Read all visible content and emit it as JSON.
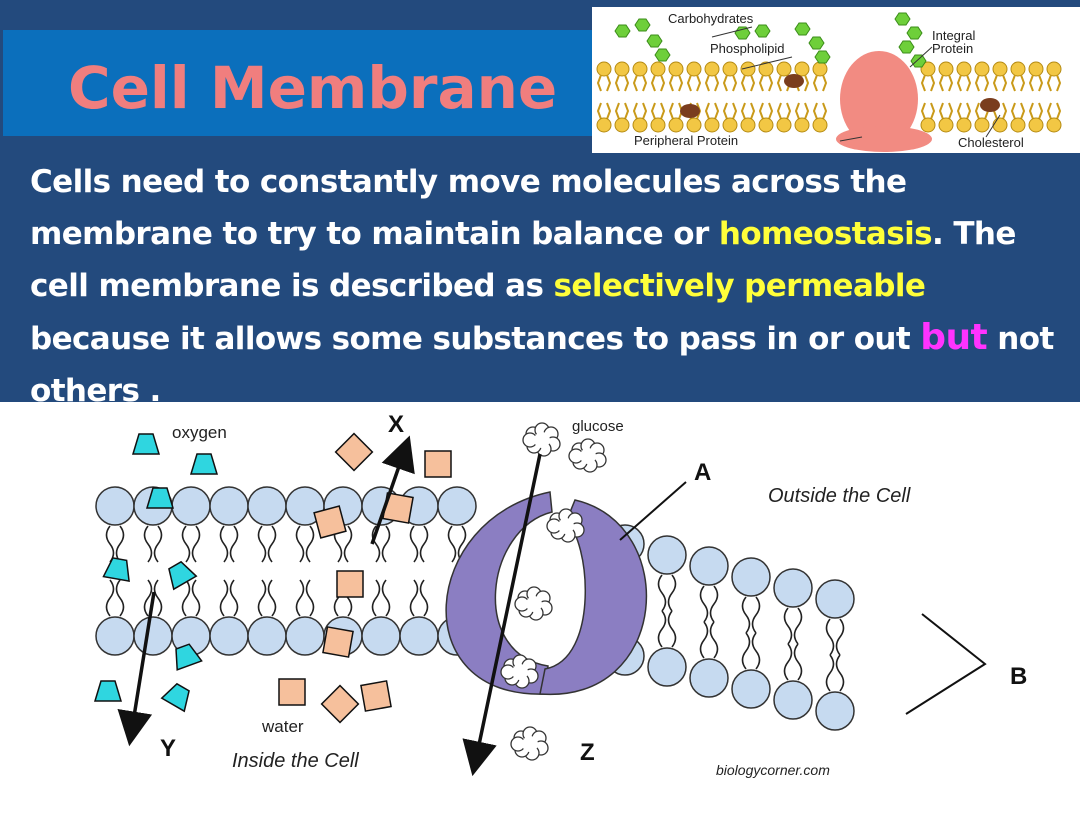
{
  "title": "Cell Membrane",
  "top_diagram": {
    "carbohydrates": "Carbohydrates",
    "phospholipid": "Phospholipid",
    "integral_line1": "Integral",
    "integral_line2": "Protein",
    "peripheral": "Peripheral Protein",
    "cholesterol": "Cholesterol"
  },
  "body": {
    "p1": "Cells need to constantly move molecules across the membrane to try to maintain balance or ",
    "homeostasis": "homeostasis",
    "p2": ". The cell membrane is described as ",
    "selectively": "selectively permeable",
    "p3": " because it allows some substances to pass in or out ",
    "but": "but",
    "p4": " not others ."
  },
  "bottom_diagram": {
    "oxygen": "oxygen",
    "glucose": "glucose",
    "water": "water",
    "outside": "Outside the Cell",
    "inside": "Inside the Cell",
    "label_x": "X",
    "label_y": "Y",
    "label_z": "Z",
    "label_a": "A",
    "label_b": "B",
    "credit": "biologycorner.com"
  },
  "colors": {
    "background": "#234a7d",
    "title_box": "#0b6fbc",
    "title_text": "#f07e7e",
    "highlight_yellow": "#ffff3a",
    "highlight_magenta": "#ff33ff",
    "head_fill": "#c6daf0",
    "protein_fill": "#8b7ec2",
    "oxygen_fill": "#2fd6e0",
    "water_fill": "#f6c09c"
  }
}
